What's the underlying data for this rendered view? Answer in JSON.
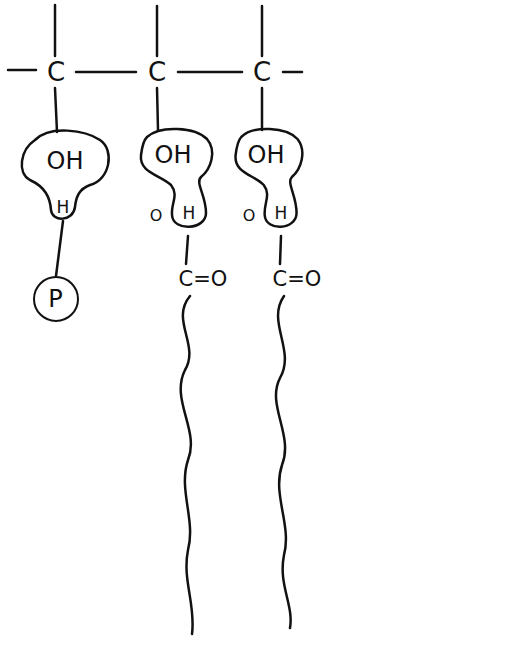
{
  "diagram": {
    "nodes": [
      {
        "text": [
          "OH",
          "H"
        ]
      },
      {
        "text": [
          "P"
        ]
      },
      {
        "text": [
          "OH",
          "H"
        ]
      },
      {
        "text": [
          "OH",
          "H"
        ]
      }
    ],
    "edges": [
      {
        "from": 0,
        "to": 1,
        "arrow": "none"
      }
    ],
    "labels": [
      "C",
      "C",
      "C",
      "O",
      "O",
      "C=O",
      "C=O"
    ]
  }
}
